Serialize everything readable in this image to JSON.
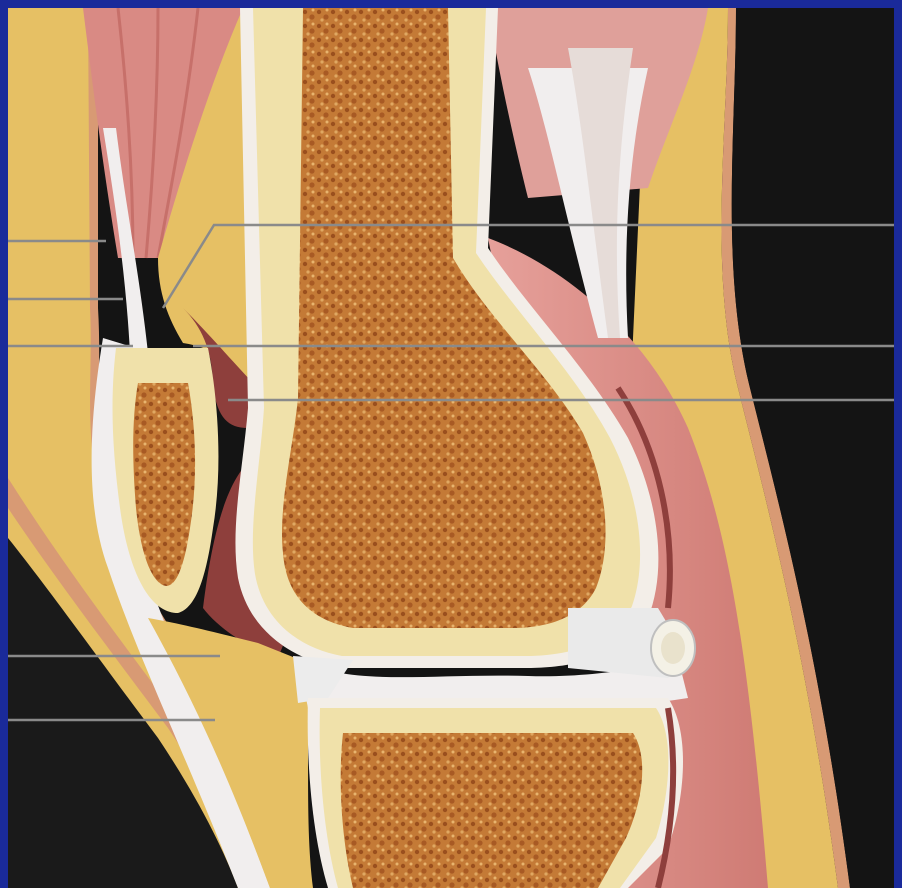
{
  "image": {
    "subject": "sagittal-section-knee",
    "colors": {
      "frame": "#1a2a9a",
      "background": "#141414",
      "fat": "#e6c064",
      "skin": "#d89a74",
      "muscle": "#d98a84",
      "tendon": "#f1eeee",
      "cartilage": "#f0e1aa",
      "marrow": "#b86a2c",
      "synovium": "#8e3f3c",
      "leader": "#8a8a8a"
    }
  },
  "leaders": {
    "left": [
      {
        "id": "leader-left-1"
      },
      {
        "id": "leader-left-2"
      },
      {
        "id": "leader-left-3"
      },
      {
        "id": "leader-left-4"
      },
      {
        "id": "leader-left-5"
      }
    ],
    "right": [
      {
        "id": "leader-right-1"
      },
      {
        "id": "leader-right-2"
      },
      {
        "id": "leader-right-3"
      }
    ]
  }
}
